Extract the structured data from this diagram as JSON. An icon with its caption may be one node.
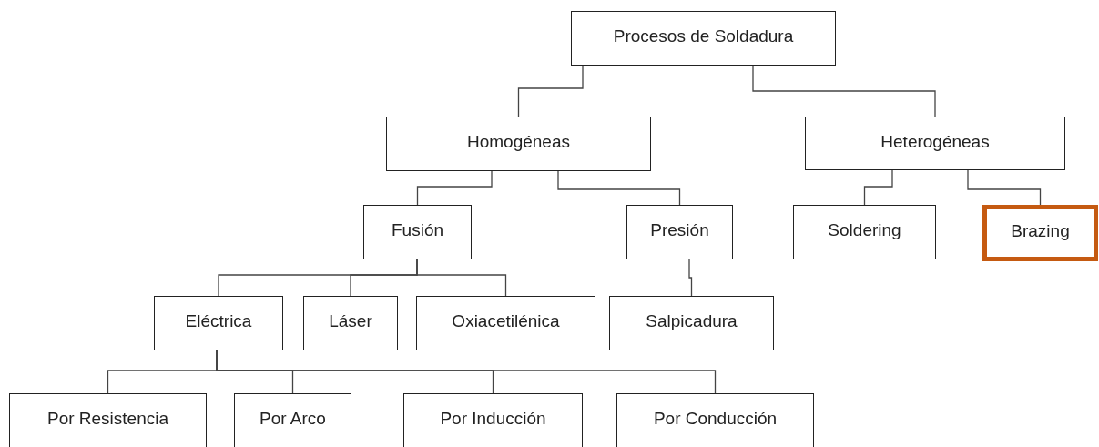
{
  "diagram": {
    "nodes": [
      {
        "text": [
          "Procesos de Soldadura"
        ]
      },
      {
        "text": [
          "Homogéneas"
        ]
      },
      {
        "text": [
          "Heterogéneas"
        ]
      },
      {
        "text": [
          "Fusión"
        ]
      },
      {
        "text": [
          "Presión"
        ]
      },
      {
        "text": [
          "Soldering"
        ]
      },
      {
        "text": [
          "Brazing"
        ]
      },
      {
        "text": [
          "Eléctrica"
        ]
      },
      {
        "text": [
          "Láser"
        ]
      },
      {
        "text": [
          "Oxiacetilénica"
        ]
      },
      {
        "text": [
          "Salpicadura"
        ]
      },
      {
        "text": [
          "Por Resistencia"
        ]
      },
      {
        "text": [
          "Por Arco"
        ]
      },
      {
        "text": [
          "Por Inducción"
        ]
      },
      {
        "text": [
          "Por Conducción"
        ]
      }
    ],
    "edges": [
      {
        "from": 0,
        "to": 1,
        "arrow": "none"
      },
      {
        "from": 0,
        "to": 2,
        "arrow": "none"
      },
      {
        "from": 1,
        "to": 3,
        "arrow": "none"
      },
      {
        "from": 1,
        "to": 4,
        "arrow": "none"
      },
      {
        "from": 2,
        "to": 5,
        "arrow": "none"
      },
      {
        "from": 2,
        "to": 6,
        "arrow": "none"
      },
      {
        "from": 3,
        "to": 7,
        "arrow": "none"
      },
      {
        "from": 3,
        "to": 8,
        "arrow": "none"
      },
      {
        "from": 3,
        "to": 9,
        "arrow": "none"
      },
      {
        "from": 4,
        "to": 10,
        "arrow": "none"
      },
      {
        "from": 7,
        "to": 11,
        "arrow": "none"
      },
      {
        "from": 7,
        "to": 12,
        "arrow": "none"
      },
      {
        "from": 7,
        "to": 13,
        "arrow": "none"
      },
      {
        "from": 7,
        "to": 14,
        "arrow": "none"
      }
    ]
  }
}
